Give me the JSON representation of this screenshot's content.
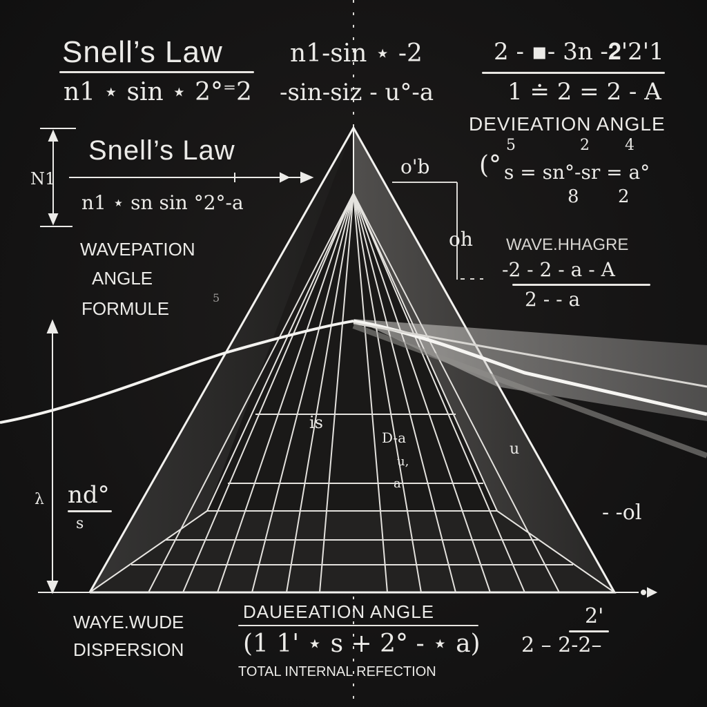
{
  "colors": {
    "background": "#141313",
    "chalk": "#ecebe8",
    "beam": "#f4f3f0",
    "prism_fill": "#2a2928"
  },
  "top_left": {
    "title": "Snell’s Law",
    "formula": "n1 ⋆ sin ⋆ 2°⁼2"
  },
  "top_center": {
    "line1": "n1-sin ⋆ -2",
    "line2": "-sin-siz - u°-a"
  },
  "top_right": {
    "numerator": "2 - ▪- 3n -𝟐'2'1",
    "denominator": "1 ≐ 2 = 2 - A",
    "label": "DEVIEATION ANGLE"
  },
  "mid_right": {
    "marker": "o'b",
    "open_paren": "(°",
    "equation": "s = sn°-sr = a°",
    "superscripts": [
      "5",
      "2",
      "4"
    ],
    "subscripts": [
      "8",
      "2"
    ]
  },
  "left_block": {
    "dimension_label": "N1",
    "title": "Snell’s Law",
    "formula": "n1 ⋆ sn sin °2°-a"
  },
  "left_notes": {
    "line1": "WAVEPATION",
    "line2": "ANGLE",
    "line3": "FORMULE",
    "stray": "5"
  },
  "right_wave": {
    "marker": "oh",
    "title": "WAVE.HHAGRE",
    "numerator": "-2 - 2 - a - A",
    "denominator": "2 - - a"
  },
  "left_fraction": {
    "lambda": "λ",
    "numerator": "nd°",
    "denominator": "s"
  },
  "right_mark": {
    "text": "- -ol"
  },
  "prism_marks": [
    "is",
    "D-a",
    "u,",
    "a",
    "u"
  ],
  "bottom_left": {
    "line1": "WAYE.WUDE",
    "line2": "DISPERSION"
  },
  "bottom_center": {
    "title": "DAUEEATION ANGLE",
    "formula": "(1 1' ⋆ s + 2° - ⋆ a)",
    "caption": "TOTAL INTERNAL REFECTION"
  },
  "bottom_right": {
    "numerator": "2'",
    "denominator": "2 –  2-2–"
  }
}
